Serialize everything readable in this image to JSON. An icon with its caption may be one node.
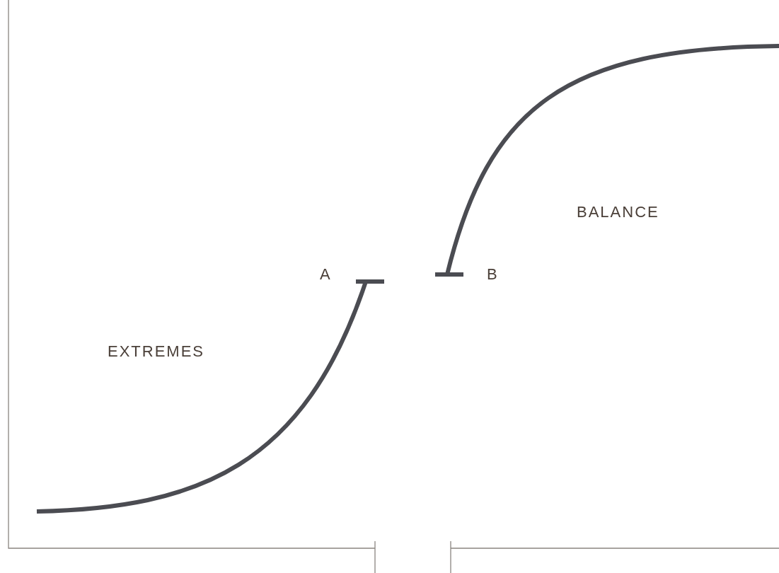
{
  "diagram": {
    "labels": [
      "BALANCE",
      "A",
      "B",
      "EXTREMES"
    ]
  }
}
